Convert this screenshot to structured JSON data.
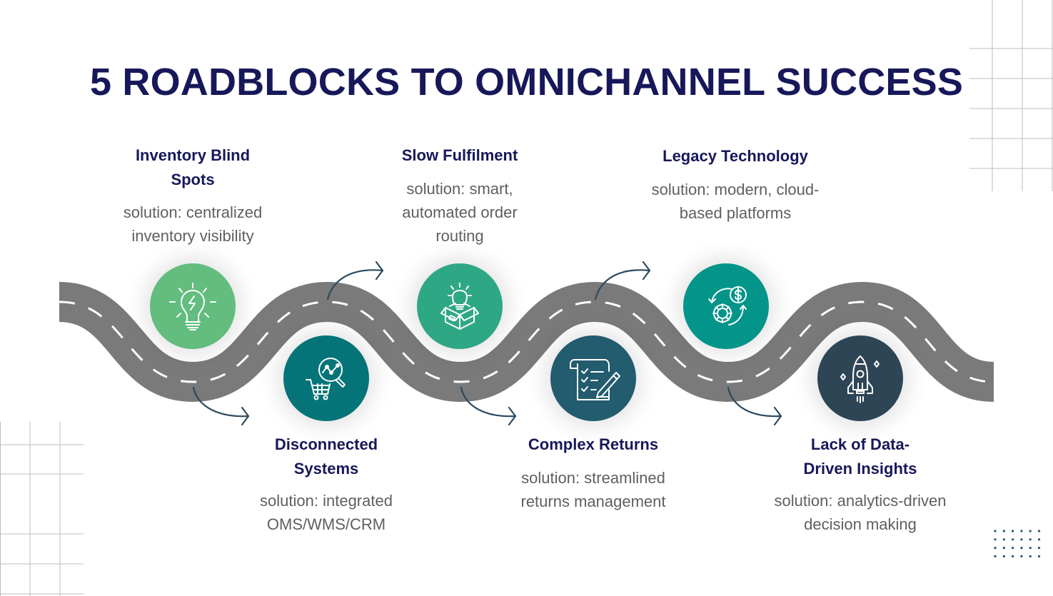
{
  "title": "5 ROADBLOCKS TO OMNICHANNEL SUCCESS",
  "colors": {
    "title": "#17185a",
    "heading": "#17185a",
    "solution_text": "#5f5f5f",
    "road": "#7a7a7a",
    "road_marking": "#ffffff",
    "arrow": "#2c4a5e",
    "grid_lines": "#bdbdbd",
    "dots": "#24566b"
  },
  "roadblocks": [
    {
      "heading": "Inventory Blind Spots",
      "heading_lines": [
        "Inventory Blind",
        "Spots"
      ],
      "solution_lines": [
        "solution: centralized",
        "inventory visibility"
      ],
      "icon": "lightbulb-bolt-icon",
      "color": "#62bd7e",
      "position": "top"
    },
    {
      "heading": "Disconnected Systems",
      "heading_lines": [
        "Disconnected",
        "Systems"
      ],
      "solution_lines": [
        "solution: integrated",
        "OMS/WMS/CRM"
      ],
      "icon": "cart-analytics-icon",
      "color": "#047478",
      "position": "bottom"
    },
    {
      "heading": "Slow Fulfilment",
      "heading_lines": [
        "Slow Fulfilment"
      ],
      "solution_lines": [
        "solution: smart,",
        "automated order",
        "routing"
      ],
      "icon": "box-idea-icon",
      "color": "#2ea884",
      "position": "top"
    },
    {
      "heading": "Complex Returns",
      "heading_lines": [
        "Complex Returns"
      ],
      "solution_lines": [
        "solution: streamlined",
        "returns management"
      ],
      "icon": "checklist-pencil-icon",
      "color": "#225c6e",
      "position": "bottom"
    },
    {
      "heading": "Legacy Technology",
      "heading_lines": [
        "Legacy Technology"
      ],
      "solution_lines": [
        "solution: modern, cloud-",
        "based platforms"
      ],
      "icon": "gear-dollar-cycle-icon",
      "color": "#03958a",
      "position": "top"
    },
    {
      "heading": "Lack of Data-Driven Insights",
      "heading_lines": [
        "Lack of Data-",
        "Driven Insights"
      ],
      "solution_lines": [
        "solution: analytics-driven",
        "decision making"
      ],
      "icon": "rocket-icon",
      "color": "#2e4556",
      "position": "bottom"
    }
  ]
}
